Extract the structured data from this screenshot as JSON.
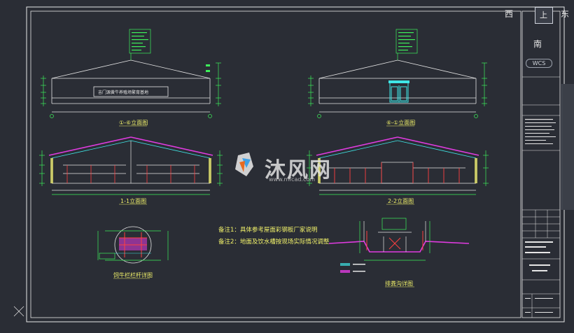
{
  "compass": {
    "west": "西",
    "east": "东",
    "south": "南",
    "top": "上"
  },
  "wcs_label": "WCS",
  "watermark": {
    "brand": "沐风网",
    "url": "www.mfcad.com"
  },
  "drawing": {
    "elevation_1_title": "①-⑥立面图",
    "elevation_2_title": "⑥-①立面图",
    "section_1_title": "1-1立面图",
    "section_2_title": "2-2立面图",
    "detail_1_title": "饲牛栏栏杆详图",
    "detail_2_title": "排粪沟详图",
    "banner_text": "吉门源黄牛养殖场繁育基地",
    "note_1": "备注1：具体参考屋面彩钢板厂家说明",
    "note_2": "备注2：地面及饮水槽按现场实际情况调整"
  },
  "colors": {
    "background": "#2a2d35",
    "linework": "#e6e6e6",
    "green": "#3df05a",
    "yellow": "#f2f26a",
    "magenta": "#e03be0",
    "cyan": "#3fe6e6",
    "red": "#ff4040"
  }
}
